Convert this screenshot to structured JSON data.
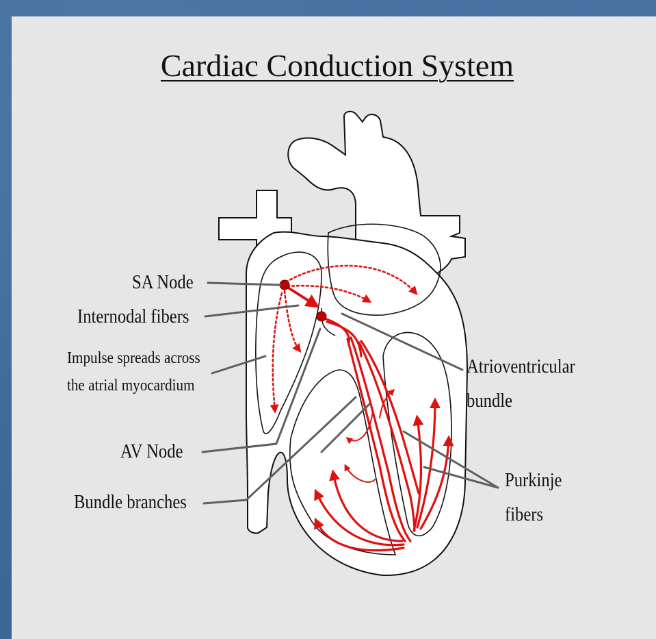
{
  "title": "Cardiac Conduction System",
  "labels": {
    "sa_node": "SA Node",
    "internodal_fibers": "Internodal fibers",
    "impulse_line1": "Impulse spreads across",
    "impulse_line2": "the atrial myocardium",
    "av_node": "AV Node",
    "bundle_branches": "Bundle branches",
    "av_bundle_line1": "Atrioventricular",
    "av_bundle_line2": "bundle",
    "purkinje_line1": "Purkinje",
    "purkinje_line2": "fibers"
  },
  "colors": {
    "background": "#3e6a9a",
    "panel": "#e6e6e6",
    "outline": "#111111",
    "conduction": "#e01010",
    "leader": "#606060"
  }
}
